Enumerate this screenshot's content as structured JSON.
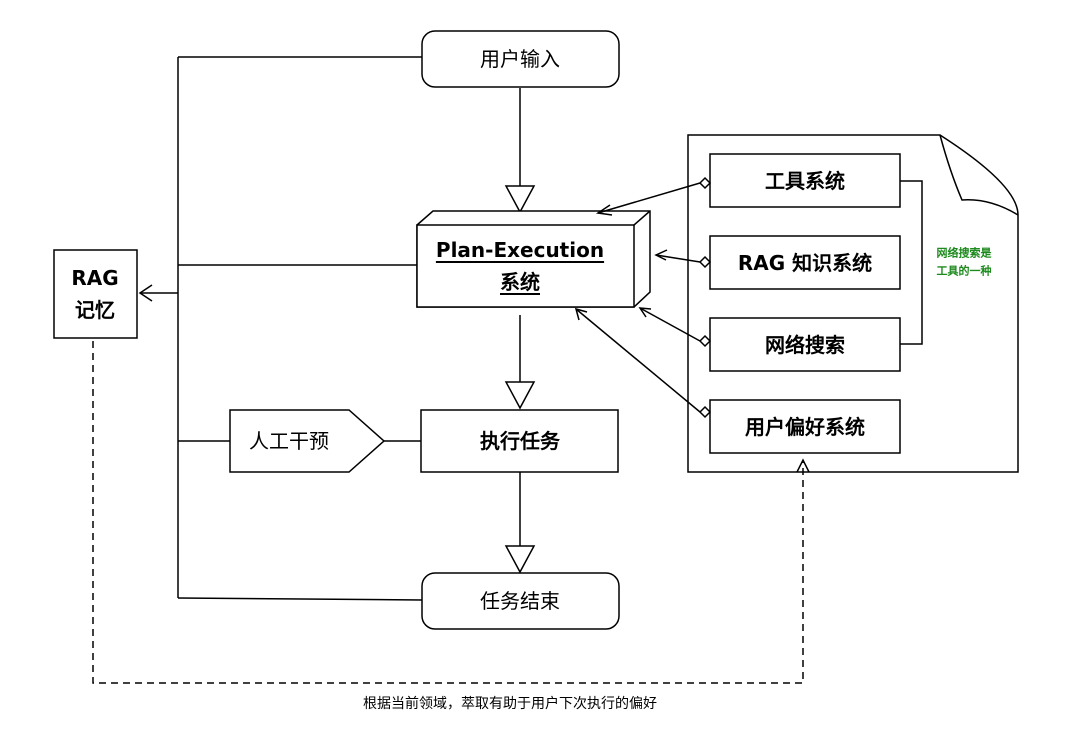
{
  "nodes": {
    "user_input": "用户输入",
    "plan_execution_line1": "Plan-Execution",
    "plan_execution_line2": "系统",
    "execute_task": "执行任务",
    "task_end": "任务结束",
    "human_intervention": "人工干预",
    "rag_memory_line1": "RAG",
    "rag_memory_line2": "记忆",
    "tool_system": "工具系统",
    "rag_knowledge_system": "RAG 知识系统",
    "web_search": "网络搜索",
    "user_preference_system": "用户偏好系统"
  },
  "annotations": {
    "web_search_note_line1": "网络搜索是",
    "web_search_note_line2": "工具的一种",
    "preference_extraction": "根据当前领域，萃取有助于用户下次执行的偏好"
  }
}
